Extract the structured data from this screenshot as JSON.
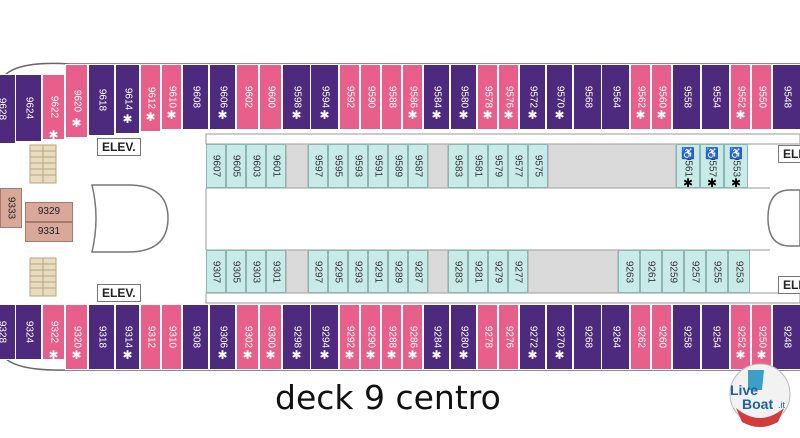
{
  "title": "deck 9 centro",
  "logo_text": {
    "line1": "Live",
    "line2": "Boat",
    "suffix": ".it"
  },
  "elevators": [
    "ELEV.",
    "ELEV.",
    "ELEV.",
    "ELEV."
  ],
  "colors": {
    "balcony_cabin": "#4e2a7e",
    "suite_cabin": "#e85f8c",
    "interior_cabin": "#c9ebe8",
    "service_area": "#dadada",
    "special_room": "#d8a99a",
    "stairs": "#e8dcc0"
  },
  "top_outer_row": [
    {
      "num": "9628",
      "color": "purple",
      "star": false
    },
    {
      "num": "9624",
      "color": "purple",
      "star": false
    },
    {
      "num": "9622",
      "color": "pink",
      "star": true
    },
    {
      "num": "9620",
      "color": "pink",
      "star": true
    },
    {
      "num": "9618",
      "color": "purple",
      "star": false
    },
    {
      "num": "9614",
      "color": "purple",
      "star": true
    },
    {
      "num": "9612",
      "color": "pink",
      "star": true
    },
    {
      "num": "9610",
      "color": "pink",
      "star": true
    },
    {
      "num": "9608",
      "color": "purple",
      "star": false
    },
    {
      "num": "9606",
      "color": "purple",
      "star": true
    },
    {
      "num": "9602",
      "color": "pink",
      "star": false
    },
    {
      "num": "9600",
      "color": "pink",
      "star": false
    },
    {
      "num": "9598",
      "color": "purple",
      "star": true
    },
    {
      "num": "9594",
      "color": "purple",
      "star": true
    },
    {
      "num": "9592",
      "color": "pink",
      "star": false
    },
    {
      "num": "9590",
      "color": "pink",
      "star": false
    },
    {
      "num": "9588",
      "color": "pink",
      "star": false
    },
    {
      "num": "9586",
      "color": "pink",
      "star": true
    },
    {
      "num": "9584",
      "color": "purple",
      "star": true
    },
    {
      "num": "9580",
      "color": "purple",
      "star": true
    },
    {
      "num": "9578",
      "color": "pink",
      "star": true
    },
    {
      "num": "9576",
      "color": "pink",
      "star": true
    },
    {
      "num": "9572",
      "color": "purple",
      "star": true
    },
    {
      "num": "9570",
      "color": "purple",
      "star": true
    },
    {
      "num": "9568",
      "color": "purple",
      "star": false
    },
    {
      "num": "9564",
      "color": "purple",
      "star": false
    },
    {
      "num": "9562",
      "color": "pink",
      "star": true
    },
    {
      "num": "9560",
      "color": "pink",
      "star": true
    },
    {
      "num": "9558",
      "color": "purple",
      "star": false
    },
    {
      "num": "9554",
      "color": "purple",
      "star": false
    },
    {
      "num": "9552",
      "color": "pink",
      "star": true
    },
    {
      "num": "9550",
      "color": "pink",
      "star": false
    },
    {
      "num": "9548",
      "color": "purple",
      "star": false
    }
  ],
  "top_inner_row": [
    {
      "num": "9607",
      "color": "cyan",
      "star": false
    },
    {
      "num": "9605",
      "color": "cyan",
      "star": false
    },
    {
      "num": "9603",
      "color": "cyan",
      "star": false
    },
    {
      "num": "9601",
      "color": "cyan",
      "star": false
    },
    {
      "num": "",
      "color": "gray",
      "star": false
    },
    {
      "num": "9597",
      "color": "cyan",
      "star": false
    },
    {
      "num": "9595",
      "color": "cyan",
      "star": false
    },
    {
      "num": "9593",
      "color": "cyan",
      "star": false
    },
    {
      "num": "9591",
      "color": "cyan",
      "star": false
    },
    {
      "num": "9589",
      "color": "cyan",
      "star": false
    },
    {
      "num": "9587",
      "color": "cyan",
      "star": false
    },
    {
      "num": "",
      "color": "gray",
      "star": false
    },
    {
      "num": "9583",
      "color": "cyan",
      "star": false
    },
    {
      "num": "9581",
      "color": "cyan",
      "star": false
    },
    {
      "num": "9579",
      "color": "cyan",
      "star": false
    },
    {
      "num": "9577",
      "color": "cyan",
      "star": false
    },
    {
      "num": "9575",
      "color": "cyan",
      "star": false
    },
    {
      "num": "",
      "color": "gray",
      "star": false
    },
    {
      "num": "9561",
      "color": "cyan",
      "star": true,
      "access": true
    },
    {
      "num": "9557",
      "color": "cyan",
      "star": true,
      "access": true
    },
    {
      "num": "9553",
      "color": "cyan",
      "star": true,
      "access": true
    }
  ],
  "bottom_inner_row": [
    {
      "num": "9307",
      "color": "cyan",
      "star": false
    },
    {
      "num": "9305",
      "color": "cyan",
      "star": false
    },
    {
      "num": "9303",
      "color": "cyan",
      "star": false
    },
    {
      "num": "9301",
      "color": "cyan",
      "star": false
    },
    {
      "num": "",
      "color": "gray",
      "star": false
    },
    {
      "num": "9297",
      "color": "cyan",
      "star": false
    },
    {
      "num": "9295",
      "color": "cyan",
      "star": false
    },
    {
      "num": "9293",
      "color": "cyan",
      "star": false
    },
    {
      "num": "9291",
      "color": "cyan",
      "star": false
    },
    {
      "num": "9289",
      "color": "cyan",
      "star": false
    },
    {
      "num": "9287",
      "color": "cyan",
      "star": false
    },
    {
      "num": "",
      "color": "gray",
      "star": false
    },
    {
      "num": "9283",
      "color": "cyan",
      "star": false
    },
    {
      "num": "9281",
      "color": "cyan",
      "star": false
    },
    {
      "num": "9279",
      "color": "cyan",
      "star": false
    },
    {
      "num": "9277",
      "color": "cyan",
      "star": false
    },
    {
      "num": "",
      "color": "gray",
      "star": false
    },
    {
      "num": "9263",
      "color": "cyan",
      "star": false
    },
    {
      "num": "9261",
      "color": "cyan",
      "star": false
    },
    {
      "num": "9259",
      "color": "cyan",
      "star": false
    },
    {
      "num": "9257",
      "color": "cyan",
      "star": false
    },
    {
      "num": "9255",
      "color": "cyan",
      "star": false
    },
    {
      "num": "9253",
      "color": "cyan",
      "star": false
    }
  ],
  "bottom_outer_row": [
    {
      "num": "9328",
      "color": "purple",
      "star": false
    },
    {
      "num": "9324",
      "color": "purple",
      "star": false
    },
    {
      "num": "9322",
      "color": "pink",
      "star": true
    },
    {
      "num": "9320",
      "color": "pink",
      "star": true
    },
    {
      "num": "9318",
      "color": "purple",
      "star": false
    },
    {
      "num": "9314",
      "color": "purple",
      "star": true
    },
    {
      "num": "9312",
      "color": "pink",
      "star": false
    },
    {
      "num": "9310",
      "color": "pink",
      "star": false
    },
    {
      "num": "9308",
      "color": "purple",
      "star": false
    },
    {
      "num": "9306",
      "color": "purple",
      "star": true
    },
    {
      "num": "9302",
      "color": "pink",
      "star": true
    },
    {
      "num": "9300",
      "color": "pink",
      "star": true
    },
    {
      "num": "9298",
      "color": "purple",
      "star": true
    },
    {
      "num": "9294",
      "color": "purple",
      "star": true
    },
    {
      "num": "9292",
      "color": "pink",
      "star": true
    },
    {
      "num": "9290",
      "color": "pink",
      "star": true
    },
    {
      "num": "9288",
      "color": "pink",
      "star": true
    },
    {
      "num": "9286",
      "color": "pink",
      "star": true
    },
    {
      "num": "9284",
      "color": "purple",
      "star": true
    },
    {
      "num": "9280",
      "color": "purple",
      "star": true
    },
    {
      "num": "9278",
      "color": "pink",
      "star": false
    },
    {
      "num": "9276",
      "color": "pink",
      "star": false
    },
    {
      "num": "9272",
      "color": "purple",
      "star": true
    },
    {
      "num": "9270",
      "color": "purple",
      "star": true
    },
    {
      "num": "9268",
      "color": "purple",
      "star": false
    },
    {
      "num": "9264",
      "color": "purple",
      "star": false
    },
    {
      "num": "9262",
      "color": "pink",
      "star": false
    },
    {
      "num": "9260",
      "color": "pink",
      "star": false
    },
    {
      "num": "9258",
      "color": "purple",
      "star": false
    },
    {
      "num": "9254",
      "color": "purple",
      "star": false
    },
    {
      "num": "9252",
      "color": "pink",
      "star": true
    },
    {
      "num": "9250",
      "color": "pink",
      "star": true
    },
    {
      "num": "9248",
      "color": "purple",
      "star": false
    }
  ],
  "forward_rooms": [
    {
      "num": "9333"
    },
    {
      "num": "9329"
    },
    {
      "num": "9331"
    }
  ]
}
